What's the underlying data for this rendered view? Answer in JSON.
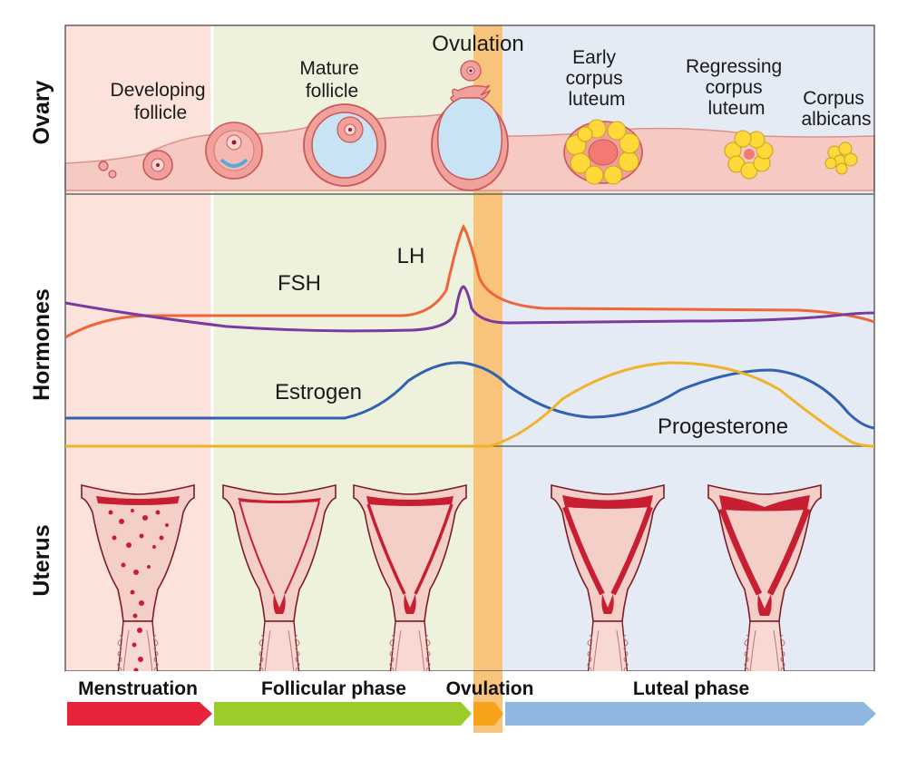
{
  "row_labels": {
    "ovary": "Ovary",
    "hormones": "Hormones",
    "uterus": "Uterus"
  },
  "ovary_labels": {
    "developing": [
      "Developing",
      "follicle"
    ],
    "mature": [
      "Mature",
      "follicle"
    ],
    "ovulation": "Ovulation",
    "early_cl": [
      "Early",
      "corpus",
      "luteum"
    ],
    "regressing_cl": [
      "Regressing",
      "corpus",
      "luteum"
    ],
    "albicans": [
      "Corpus",
      "albicans"
    ]
  },
  "hormone_labels": {
    "lh": "LH",
    "fsh": "FSH",
    "estrogen": "Estrogen",
    "progesterone": "Progesterone"
  },
  "phases": {
    "menstruation": "Menstruation",
    "follicular": "Follicular phase",
    "ovulation": "Ovulation",
    "luteal": "Luteal phase"
  },
  "colors": {
    "menstruation_bg": "#fbe3dc",
    "follicular_bg": "#eef2dc",
    "ovulation_band": "#f8c47c",
    "luteal_bg": "#e4ebf4",
    "ovary_tissue": "#f6c9c2",
    "lh_line": "#f0643a",
    "fsh_line": "#7a3a9e",
    "estrogen_line": "#2f62b0",
    "progesterone_line": "#f2b12a",
    "arrow_menstruation": "#e8243a",
    "arrow_follicular": "#9ccc2a",
    "arrow_ovulation": "#f7a21b",
    "arrow_luteal": "#8fb8e0",
    "endometrium": "#c81e32",
    "uterus_fill": "#f4cfc8"
  }
}
